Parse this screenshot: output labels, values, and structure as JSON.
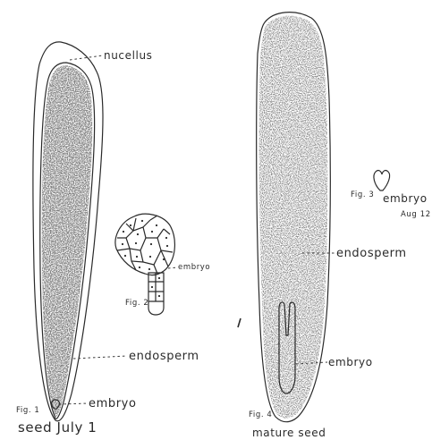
{
  "figures": {
    "fig1": {
      "label": "Fig. 1",
      "caption": "seed July 1",
      "nucellus": "nucellus",
      "endosperm": "endosperm",
      "embryo": "embryo"
    },
    "fig2": {
      "label": "Fig. 2",
      "embryo": "embryo"
    },
    "fig3": {
      "label": "Fig. 3",
      "embryo": "embryo",
      "date": "Aug 12"
    },
    "fig4": {
      "label": "Fig. 4",
      "caption": "mature seed",
      "endosperm": "endosperm",
      "embryo": "embryo"
    }
  }
}
